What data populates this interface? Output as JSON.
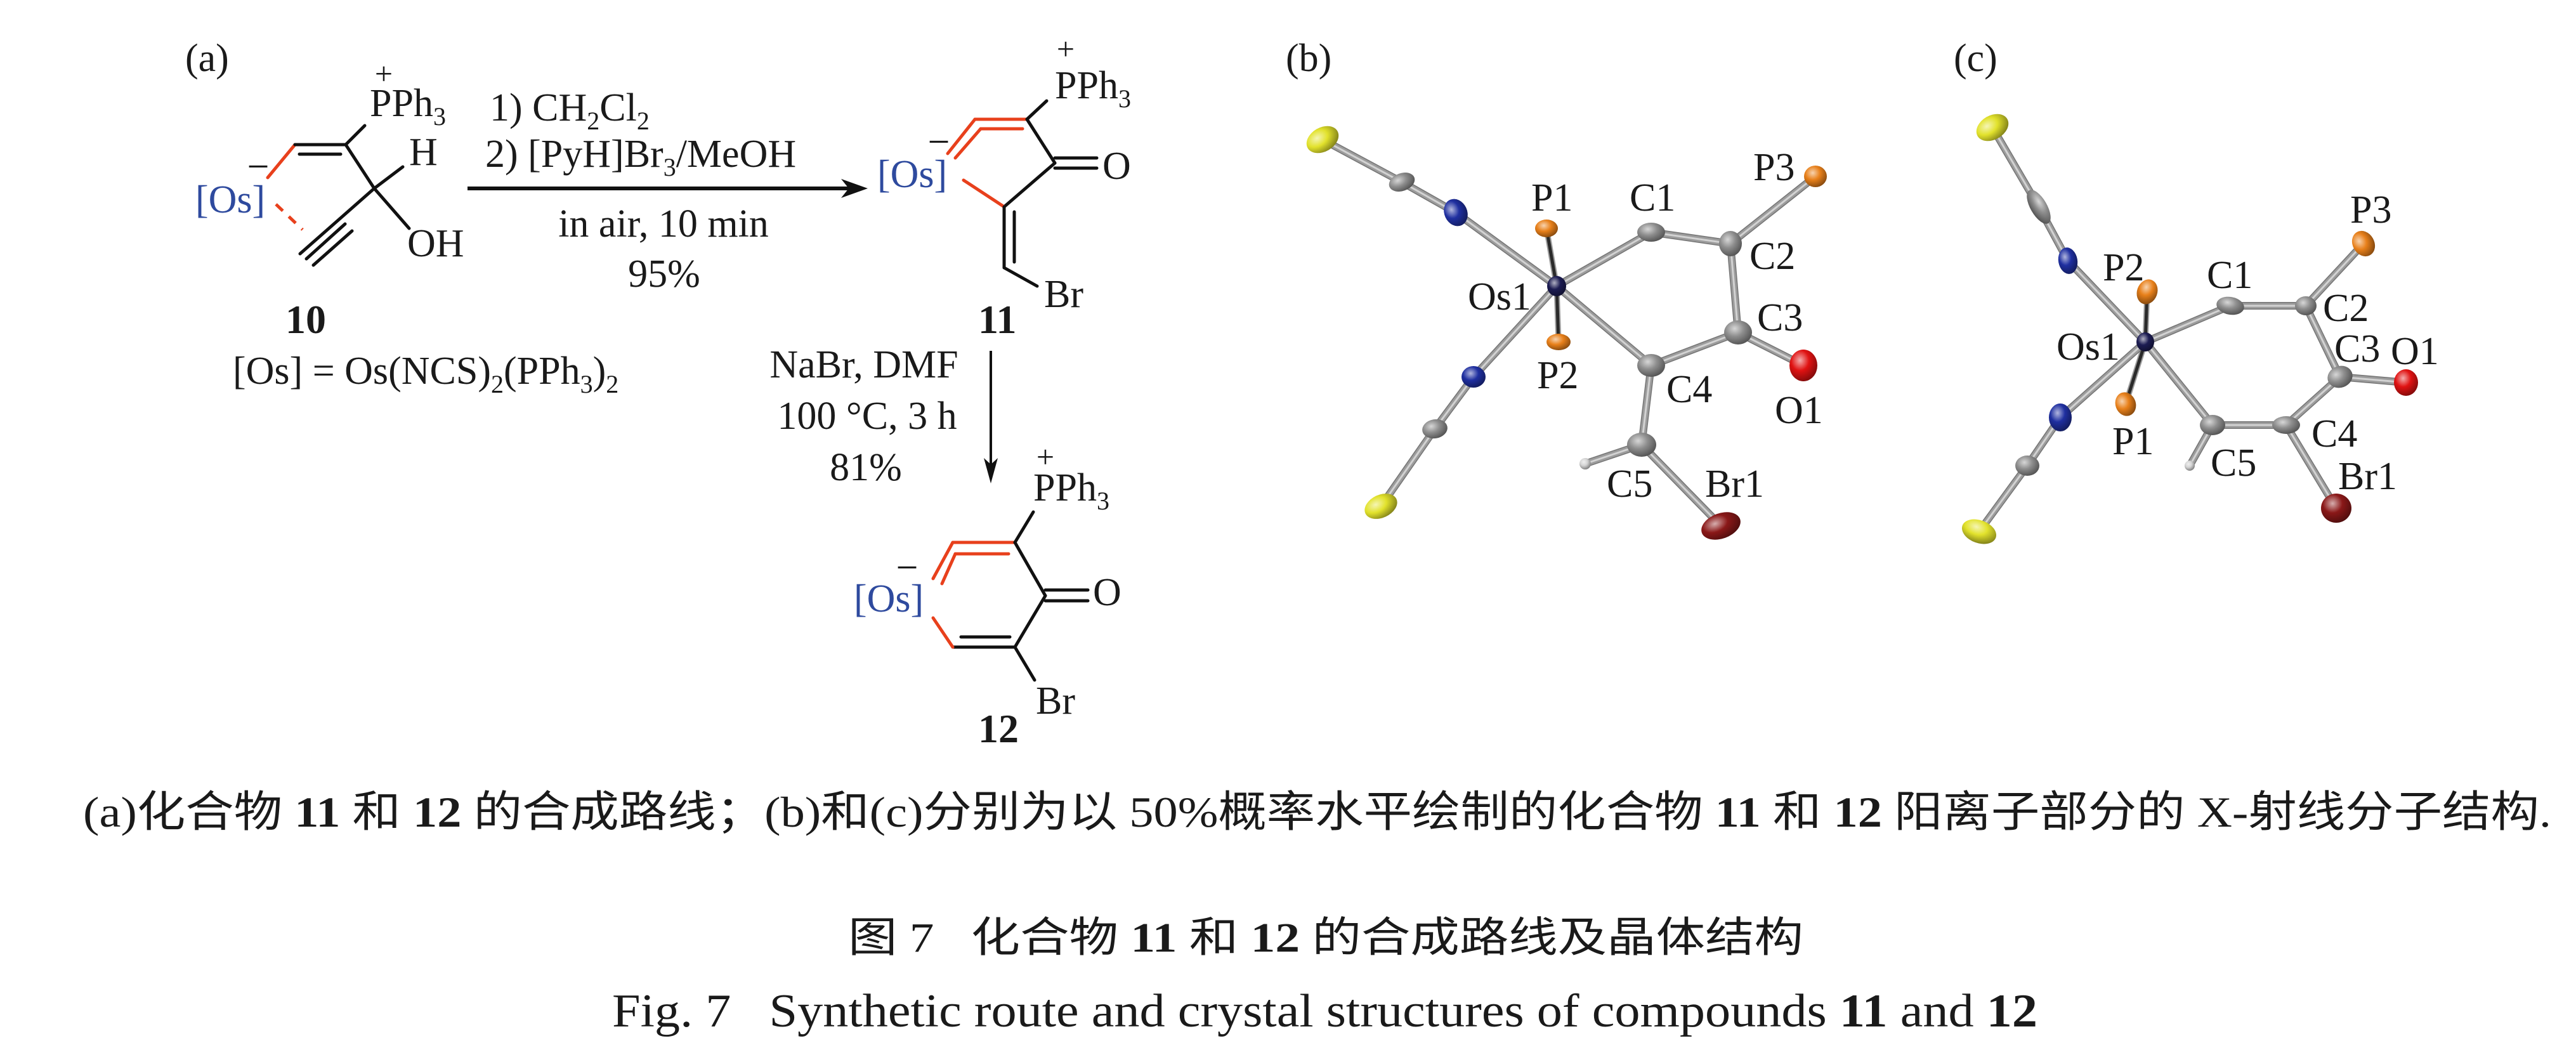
{
  "panel_labels": {
    "a": "(a)",
    "b": "(b)",
    "c": "(c)"
  },
  "colors": {
    "background": "#ffffff",
    "text": "#1a1a1a",
    "bond_black": "#111111",
    "bond_red": "#e8401c",
    "os_blue": "#2e4a9e",
    "crystal_bond": "#9c9c9c",
    "crystal_bond_dark": "#2a2a2a",
    "atoms": {
      "C": "#8e8e8e",
      "N": "#1f2fa0",
      "S": "#e2e22c",
      "P": "#e8801a",
      "O": "#e01212",
      "Br": "#8a1818",
      "Os": "#1c1c52",
      "H": "#d4d4d4"
    }
  },
  "scheme": {
    "compound_10": {
      "number": "10",
      "metal": "[Os]",
      "anion_charge": "−",
      "cation_charge": "+",
      "phosphonium": {
        "text": "PPh",
        "sub": "3"
      },
      "hydrogen": "H",
      "hydroxyl": "OH",
      "metal_definition": {
        "p1": "[Os] = Os(NCS)",
        "s1": "2",
        "p2": "(PPh",
        "s2": "3",
        "p3": ")",
        "s3": "2"
      }
    },
    "step_1": {
      "reagent_1": {
        "p1": "1) CH",
        "s1": "2",
        "p2": "Cl",
        "s2": "2"
      },
      "reagent_2": {
        "p1": "2) [PyH]Br",
        "s1": "3",
        "p2": "/MeOH"
      },
      "conditions": "in air, 10 min",
      "yield": "95%"
    },
    "compound_11": {
      "number": "11",
      "metal": "[Os]",
      "anion_charge": "−",
      "cation_charge": "+",
      "phosphonium": {
        "text": "PPh",
        "sub": "3"
      },
      "oxygen": "O",
      "bromine": "Br"
    },
    "step_2": {
      "reagents": "NaBr, DMF",
      "conditions": "100 °C, 3 h",
      "yield": "81%"
    },
    "compound_12": {
      "number": "12",
      "metal": "[Os]",
      "anion_charge": "−",
      "cation_charge": "+",
      "phosphonium": {
        "text": "PPh",
        "sub": "3"
      },
      "oxygen": "O",
      "bromine": "Br"
    }
  },
  "crystal_b": {
    "labels": {
      "os1": "Os1",
      "p1": "P1",
      "p2": "P2",
      "p3": "P3",
      "c1": "C1",
      "c2": "C2",
      "c3": "C3",
      "c4": "C4",
      "c5": "C5",
      "o1": "O1",
      "br1": "Br1"
    }
  },
  "crystal_c": {
    "labels": {
      "os1": "Os1",
      "p1": "P1",
      "p2": "P2",
      "p3": "P3",
      "c1": "C1",
      "c2": "C2",
      "c3": "C3",
      "c4": "C4",
      "c5": "C5",
      "o1": "O1",
      "br1": "Br1"
    }
  },
  "captions": {
    "description": [
      {
        "text": "(a)化合物 "
      },
      {
        "text": "11",
        "bold": true
      },
      {
        "text": " 和 "
      },
      {
        "text": "12",
        "bold": true
      },
      {
        "text": " 的合成路线；(b)和(c)分别为以 50%概率水平绘制的化合物 "
      },
      {
        "text": "11",
        "bold": true
      },
      {
        "text": " 和 "
      },
      {
        "text": "12",
        "bold": true
      },
      {
        "text": " 阳离子部分的 X-射线分子结构."
      }
    ],
    "title_cn": [
      {
        "text": "图 7"
      },
      {
        "text": "   化合物 "
      },
      {
        "text": "11",
        "bold": true
      },
      {
        "text": " 和 "
      },
      {
        "text": "12",
        "bold": true
      },
      {
        "text": " 的合成路线及晶体结构"
      }
    ],
    "title_en": [
      {
        "text": "Fig. 7   Synthetic route and crystal structures of compounds "
      },
      {
        "text": "11",
        "bold": true
      },
      {
        "text": " and "
      },
      {
        "text": "12",
        "bold": true
      }
    ]
  }
}
